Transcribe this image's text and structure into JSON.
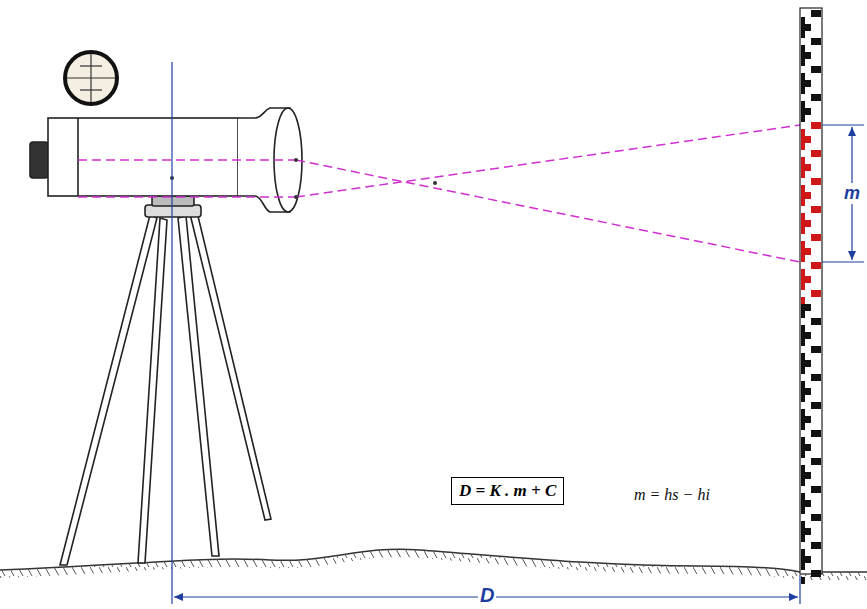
{
  "diagram": {
    "nodes": [
      {
        "text": [
          "D = K . m + C"
        ]
      }
    ],
    "labels": [
      "m = hs − hi",
      "D",
      "m"
    ]
  }
}
